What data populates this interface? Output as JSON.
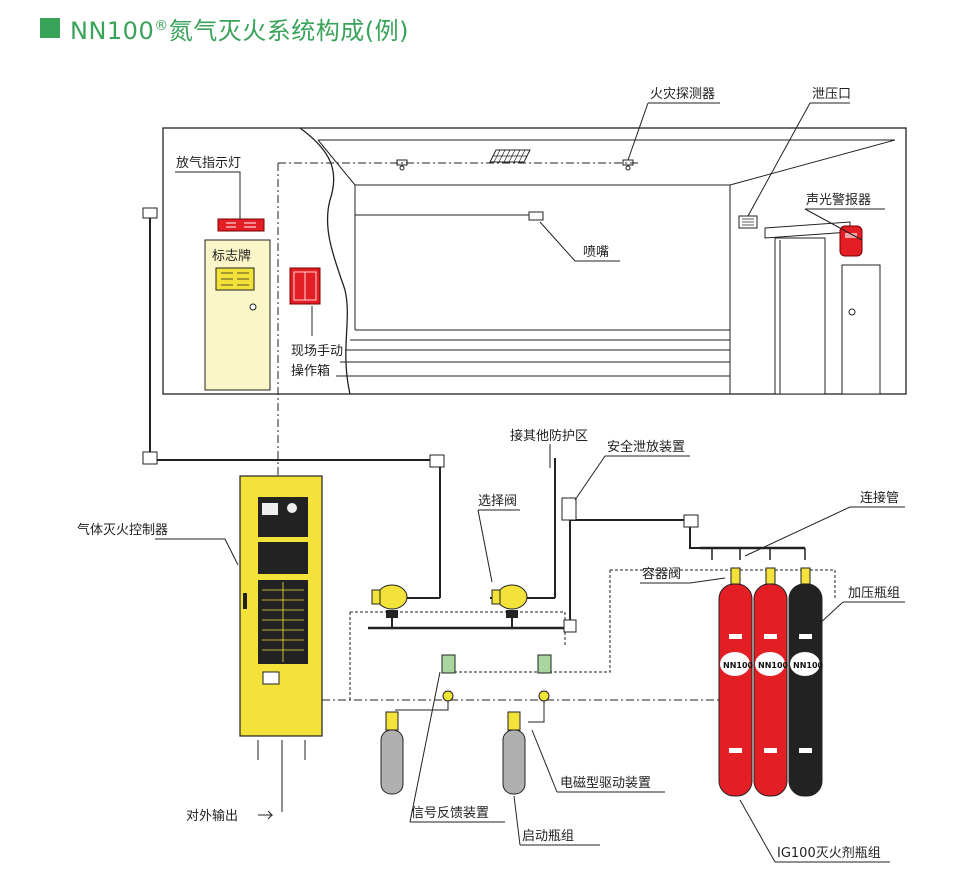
{
  "title": {
    "main": "NN100",
    "reg": "®",
    "rest": "氮气灭火系统构成(例)"
  },
  "colors": {
    "accent": "#3aa35a",
    "cabinet": "#f2e23a",
    "red": "#e31e24",
    "black": "#222222",
    "sign": "#fbf6c8"
  },
  "labels": {
    "detector": "火灾探测器",
    "vent": "泄压口",
    "release_light": "放气指示灯",
    "sign_board": "标志牌",
    "alarm": "声光警报器",
    "nozzle": "喷嘴",
    "manual_box_1": "现场手动",
    "manual_box_2": "操作箱",
    "other_zone": "接其他防护区",
    "safety_valve": "安全泄放装置",
    "controller": "气体灭火控制器",
    "selector_valve": "选择阀",
    "connector_pipe": "连接管",
    "container_valve": "容器阀",
    "pressure_cylinders": "加压瓶组",
    "output": "对外输出",
    "solenoid": "电磁型驱动装置",
    "feedback": "信号反馈装置",
    "start_cylinders": "启动瓶组",
    "ig100_cylinders": "IG100灭火剂瓶组"
  },
  "cylinder_badge": "NN100"
}
